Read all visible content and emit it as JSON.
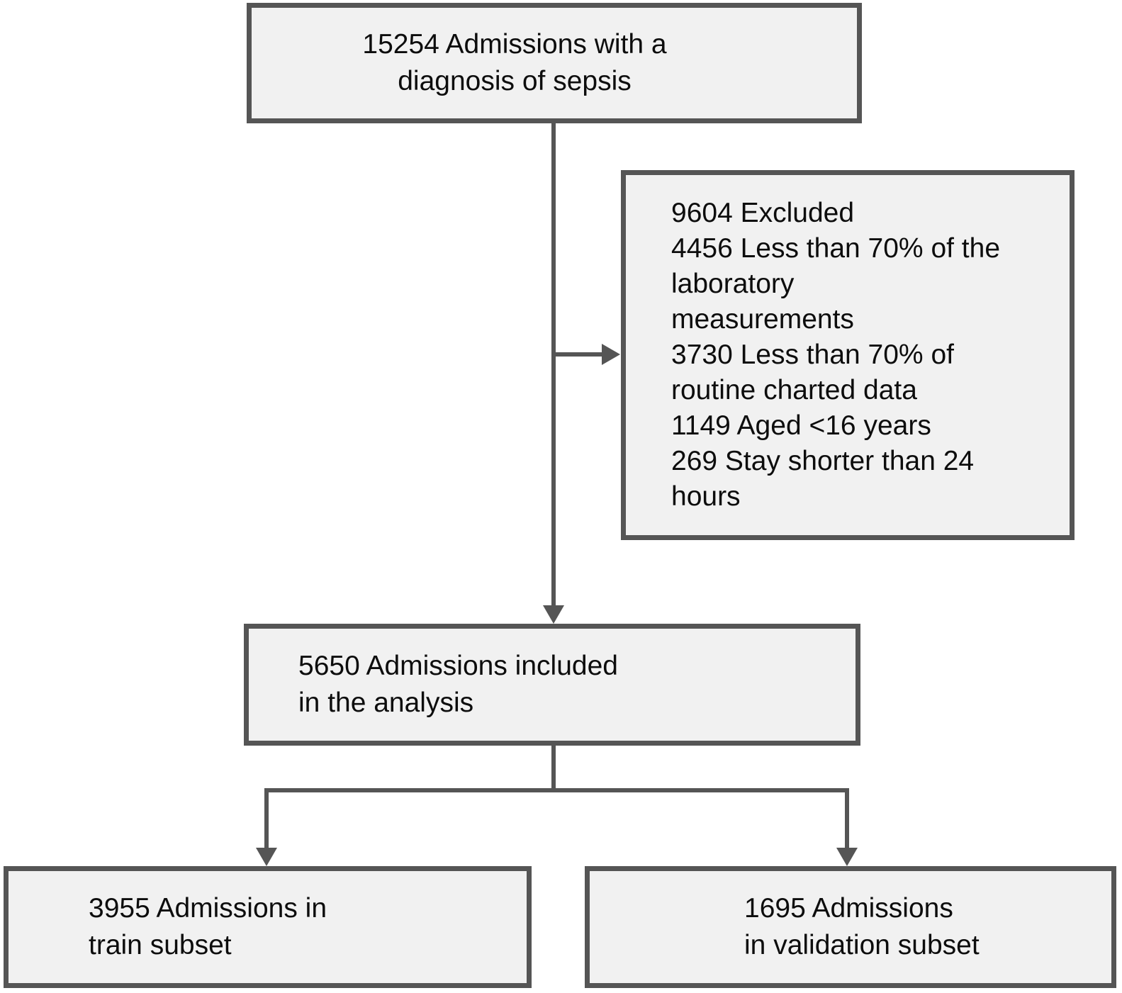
{
  "colors": {
    "line": "#555555",
    "box_fill": "#f1f1f1",
    "text": "#0d0d0d",
    "background": "#ffffff"
  },
  "nodes": {
    "total": {
      "lines": [
        "15254 Admissions with a",
        "diagnosis of sepsis"
      ]
    },
    "excluded": {
      "lines": [
        "9604 Excluded",
        "4456 Less than 70% of the",
        "laboratory",
        "measurements",
        "3730 Less than 70% of",
        "routine charted data",
        "1149 Aged <16 years",
        "269 Stay shorter than 24",
        "hours"
      ]
    },
    "included": {
      "lines": [
        "5650 Admissions included",
        "in the analysis"
      ]
    },
    "train": {
      "lines": [
        "3955 Admissions in",
        "train subset"
      ]
    },
    "validation": {
      "lines": [
        "1695 Admissions",
        "in validation subset"
      ]
    }
  },
  "figures": {
    "total_admissions": 15254,
    "excluded_total": 9604,
    "excluded_less_than_70pct_laboratory_measurements": 4456,
    "excluded_less_than_70pct_routine_charted_data": 3730,
    "excluded_aged_under_16_years": 1149,
    "excluded_stay_shorter_than_24_hours": 269,
    "included_in_analysis": 5650,
    "train_subset": 3955,
    "validation_subset": 1695
  }
}
